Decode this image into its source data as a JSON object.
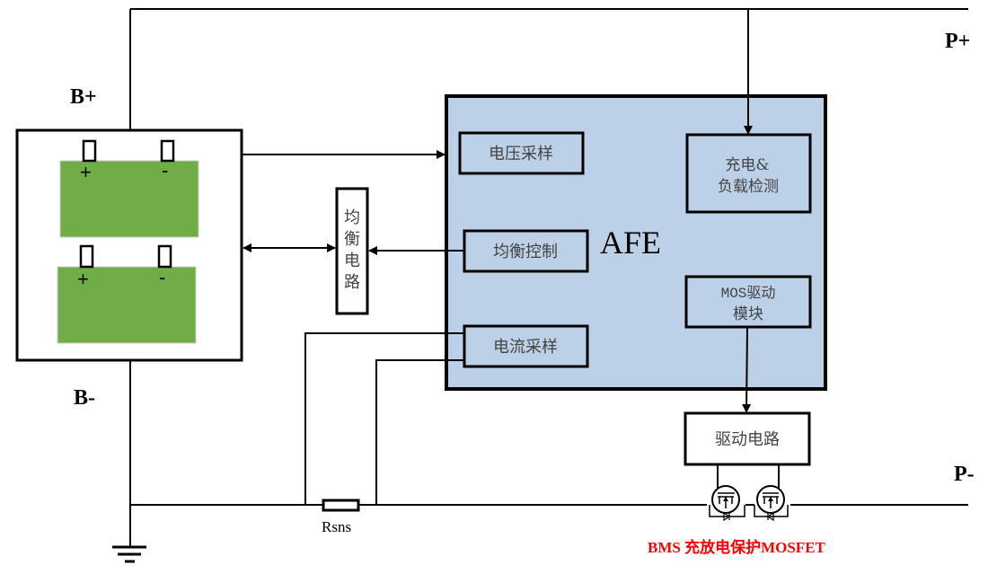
{
  "terminals": {
    "b_plus": "B+",
    "b_minus": "B-",
    "p_plus": "P+",
    "p_minus": "P-"
  },
  "battery_pack": {
    "cells": [
      {
        "positive_label": "+",
        "negative_label": "-"
      },
      {
        "positive_label": "+",
        "negative_label": "-"
      }
    ]
  },
  "balance_circuit": {
    "label_chars": [
      "均",
      "衡",
      "电",
      "路"
    ]
  },
  "afe": {
    "title": "AFE",
    "modules": {
      "voltage_sampling": "电压采样",
      "balance_control": "均衡控制",
      "current_sampling": "电流采样",
      "charge_load_detect_line1": "充电&",
      "charge_load_detect_line2": "负载检测",
      "mos_driver_line1": "MOS驱动",
      "mos_driver_line2": "模块"
    }
  },
  "driver_circuit": {
    "label": "驱动电路"
  },
  "sense_resistor": {
    "label": "Rsns"
  },
  "mosfet_caption": "BMS 充放电保护MOSFET",
  "colors": {
    "afe_fill": "#bcd0e8",
    "cell_fill": "#70ad47",
    "caption_red": "#ff0000",
    "line": "#000000"
  }
}
